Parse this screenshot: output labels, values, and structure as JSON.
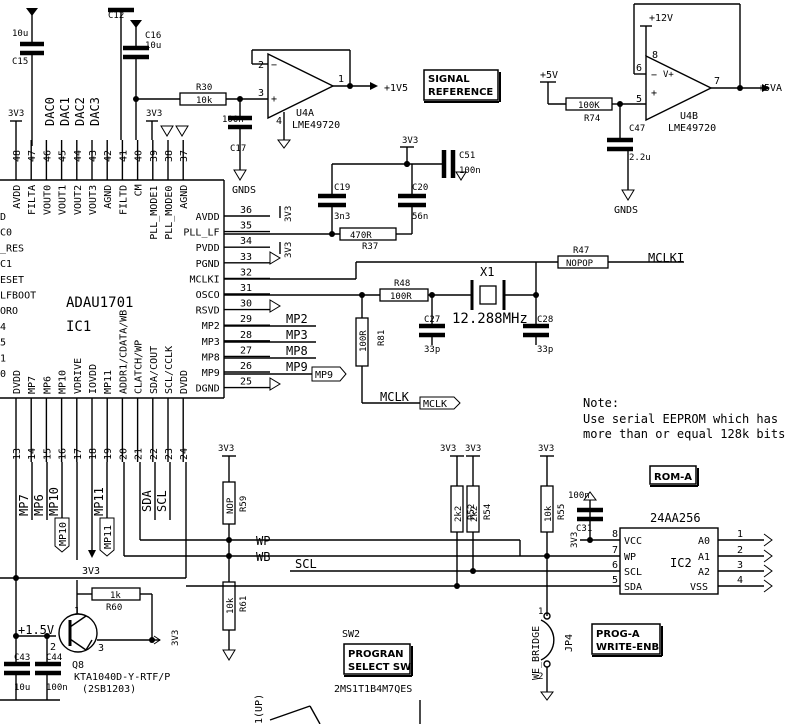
{
  "ic1": {
    "name": "ADAU1701",
    "ref": "IC1",
    "top_pins": [
      {
        "num": "48",
        "name": "AVDD"
      },
      {
        "num": "47",
        "name": "FILTA"
      },
      {
        "num": "46",
        "name": "VOUT0"
      },
      {
        "num": "45",
        "name": "VOUT1"
      },
      {
        "num": "44",
        "name": "VOUT2"
      },
      {
        "num": "43",
        "name": "VOUT3"
      },
      {
        "num": "42",
        "name": "AGND"
      },
      {
        "num": "41",
        "name": "FILTD"
      },
      {
        "num": "40",
        "name": "CM"
      },
      {
        "num": "39",
        "name": "PLL_MODE1"
      },
      {
        "num": "38",
        "name": "PLL_MODE0"
      },
      {
        "num": "37",
        "name": "AGND"
      }
    ],
    "right_pins": [
      {
        "num": "36",
        "name": "AVDD"
      },
      {
        "num": "35",
        "name": "PLL_LF"
      },
      {
        "num": "34",
        "name": "PVDD"
      },
      {
        "num": "33",
        "name": "PGND"
      },
      {
        "num": "32",
        "name": "MCLKI"
      },
      {
        "num": "31",
        "name": "OSCO"
      },
      {
        "num": "30",
        "name": "RSVD"
      },
      {
        "num": "29",
        "name": "MP2"
      },
      {
        "num": "28",
        "name": "MP3"
      },
      {
        "num": "27",
        "name": "MP8"
      },
      {
        "num": "26",
        "name": "MP9"
      },
      {
        "num": "25",
        "name": "DGND"
      }
    ],
    "bottom_pins": [
      {
        "num": "13",
        "name": "DVDD"
      },
      {
        "num": "14",
        "name": "MP7"
      },
      {
        "num": "15",
        "name": "MP6"
      },
      {
        "num": "16",
        "name": "MP10"
      },
      {
        "num": "17",
        "name": "VDRIVE"
      },
      {
        "num": "18",
        "name": "IOVDD"
      },
      {
        "num": "19",
        "name": "MP11"
      },
      {
        "num": "20",
        "name": "ADDR1/CDATA/WB"
      },
      {
        "num": "21",
        "name": "CLATCH/WP"
      },
      {
        "num": "22",
        "name": "SDA/COUT"
      },
      {
        "num": "23",
        "name": "SCL/CCLK"
      },
      {
        "num": "24",
        "name": "DVDD"
      }
    ],
    "left_pins": [
      "D",
      "C0",
      "_RES",
      "C1",
      "ESET",
      "LFBOOT",
      "ORO",
      "4",
      "5",
      "1",
      "0"
    ]
  },
  "labels": {
    "v3v3": "3V3",
    "dac0": "DAC0",
    "dac1": "DAC1",
    "dac2": "DAC2",
    "dac3": "DAC3",
    "c15": "C15",
    "c15v": "10u",
    "c12": "C12",
    "c16": "C16",
    "c16v": "10u",
    "r30": "R30",
    "r30v": "10k",
    "c17": "C17",
    "c17v": "100n",
    "gnds": "GNDS",
    "u4a": "U4A",
    "u4a_part": "LME49720",
    "out_1v5": "+1V5",
    "sigref1": "SIGNAL",
    "sigref2": "REFERENCE",
    "p12v": "+12V",
    "p5v": "+5V",
    "p5va": "+5VA",
    "r74": "R74",
    "r74v": "100K",
    "c47": "C47",
    "c47v": "2.2u",
    "u4b": "U4B",
    "u4b_part": "LME49720",
    "c19": "C19",
    "c19v": "3n3",
    "c20": "C20",
    "c20v": "56n",
    "c51": "C51",
    "c51v": "100n",
    "r37": "R37",
    "r37v": "470R",
    "r47": "R47",
    "r47v": "NOPOP",
    "mclki": "MCLKI",
    "r48": "R48",
    "r48v": "100R",
    "x1": "X1",
    "x1v": "12.288MHz",
    "c27": "C27",
    "c27v": "33p",
    "c28": "C28",
    "c28v": "33p",
    "r81": "R81",
    "r81v": "100R",
    "mclk": "MCLK",
    "mp2": "MP2",
    "mp3": "MP3",
    "mp8": "MP8",
    "mp9": "MP9",
    "mp7": "MP7",
    "mp6": "MP6",
    "mp10": "MP10",
    "mp11": "MP11",
    "sda": "SDA",
    "scl": "SCL",
    "wp": "WP",
    "wb": "WB",
    "note1": "Note:",
    "note2": "Use serial EEPROM which has",
    "note3": "more than or equal 128k bits",
    "rom_a": "ROM-A",
    "ic2_part": "24AA256",
    "ic2": "IC2",
    "r59": "R59",
    "r59v": "NOP",
    "r61": "R61",
    "r61v": "10k",
    "r52": "R52",
    "r52v": "2k2",
    "r54": "R54",
    "r54v": "2k2",
    "r55": "R55",
    "r55v": "10k",
    "c31": "C31",
    "c31v": "100n",
    "vcc": "VCC",
    "wpin": "WP",
    "sclp": "SCL",
    "sdap": "SDA",
    "a0": "A0",
    "a1": "A1",
    "a2": "A2",
    "vss": "VSS",
    "prog1": "PROG-A",
    "prog2": "WRITE-ENB",
    "jp4": "JP4",
    "we_bridge": "WE_BRIDGE",
    "sw2": "SW2",
    "progsw1": "PROGRAN",
    "progsw2": "SELECT SW",
    "sw_part": "2MS1T1B4M7QES",
    "up": "1(UP)",
    "r60": "R60",
    "r60v": "1k",
    "p1v5": "+1.5V",
    "q8": "Q8",
    "q8_part": "KTA1040D-Y-RTF/P",
    "q8_alt": "(2SB1203)",
    "c43": "C43",
    "c43v": "10u",
    "c44": "C44",
    "c44v": "100n"
  }
}
